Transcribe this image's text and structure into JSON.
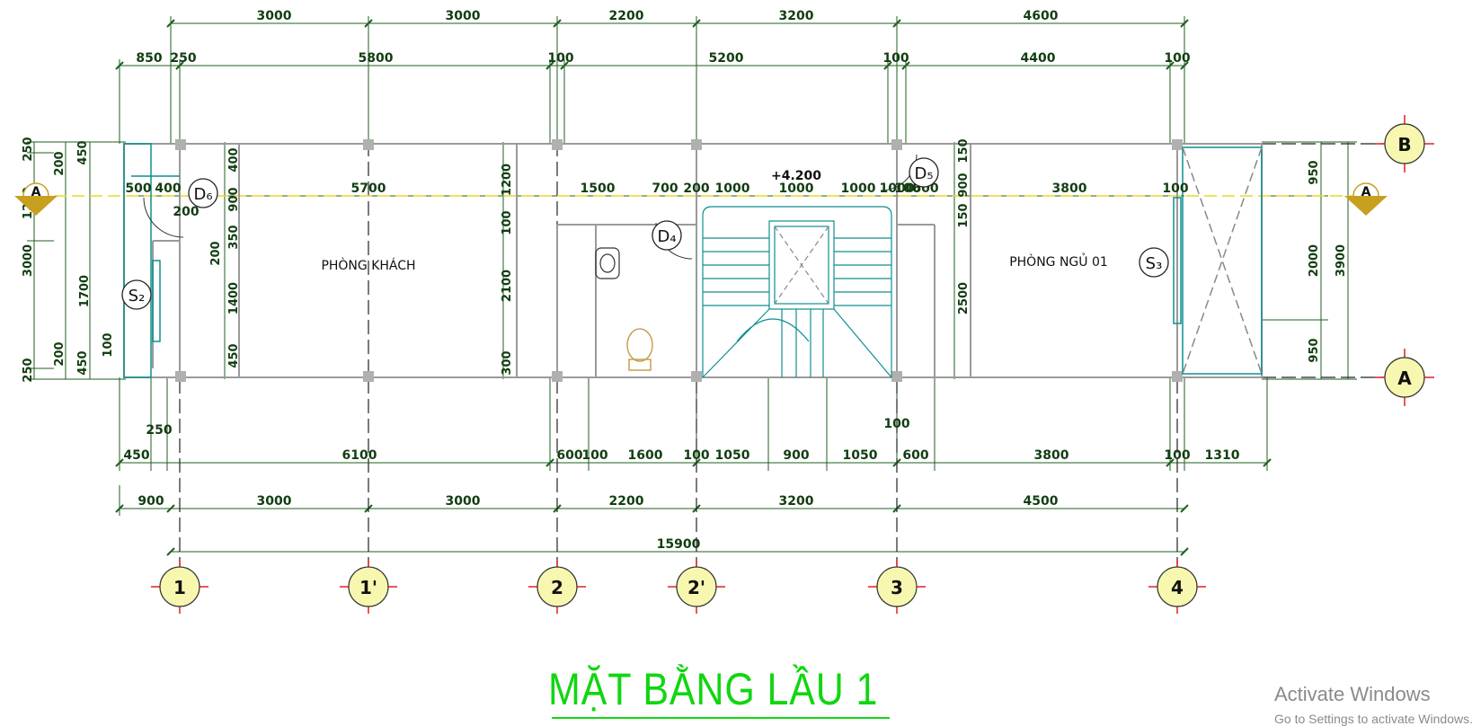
{
  "title": "MẶT BẰNG LẦU 1",
  "rooms": {
    "living": "PHÒNG KHÁCH",
    "bedroom": "PHÒNG NGỦ 01"
  },
  "level": "+4.200",
  "tags": {
    "d6": "D₆",
    "d4": "D₄",
    "d5": "D₅",
    "s2": "S₂",
    "s3": "S₃"
  },
  "grid_labels": {
    "g1": "1",
    "g1p": "1'",
    "g2": "2",
    "g2p": "2'",
    "g3": "3",
    "g4": "4",
    "gA": "A",
    "gB": "B"
  },
  "section_marks": {
    "left": "A",
    "right": "A"
  },
  "dims": {
    "top1": [
      "3000",
      "3000",
      "2200",
      "3200",
      "4600"
    ],
    "top2": [
      "850",
      "250",
      "5800",
      "100",
      "5200",
      "100",
      "4400",
      "100"
    ],
    "inner": [
      "500",
      "400",
      "200",
      "5700",
      "1500",
      "700",
      "200",
      "1000",
      "1000",
      "1000",
      "1000",
      "100",
      "600",
      "3800",
      "100"
    ],
    "bot1": [
      "250",
      "450",
      "6100",
      "600",
      "100",
      "1600",
      "100",
      "1050",
      "900",
      "1050",
      "600",
      "3800",
      "100",
      "1310",
      "100"
    ],
    "bot2": [
      "900",
      "3000",
      "3000",
      "2200",
      "3200",
      "4500"
    ],
    "total": "15900",
    "left_outer": [
      "250",
      "1200",
      "3000",
      "250"
    ],
    "left_mid": [
      "200",
      "1700",
      "200"
    ],
    "left_inner": [
      "450",
      "100",
      "450"
    ],
    "left_room": [
      "400",
      "900",
      "350",
      "200",
      "1400",
      "450"
    ],
    "wc": [
      "1200",
      "100",
      "2100",
      "300"
    ],
    "stair_right": [
      "150",
      "900",
      "150",
      "2500"
    ],
    "right": [
      "950",
      "2000",
      "950",
      "3900"
    ]
  },
  "watermark": {
    "line1": "Activate Windows",
    "line2": "Go to Settings to activate Windows."
  },
  "colors": {
    "dimension": "#123d12",
    "title": "#11d611",
    "stair": "#0e8f8f",
    "grid_bubble": "#f7f7b0",
    "grid_cross": "#e02020",
    "section_mark": "#c8a020"
  }
}
